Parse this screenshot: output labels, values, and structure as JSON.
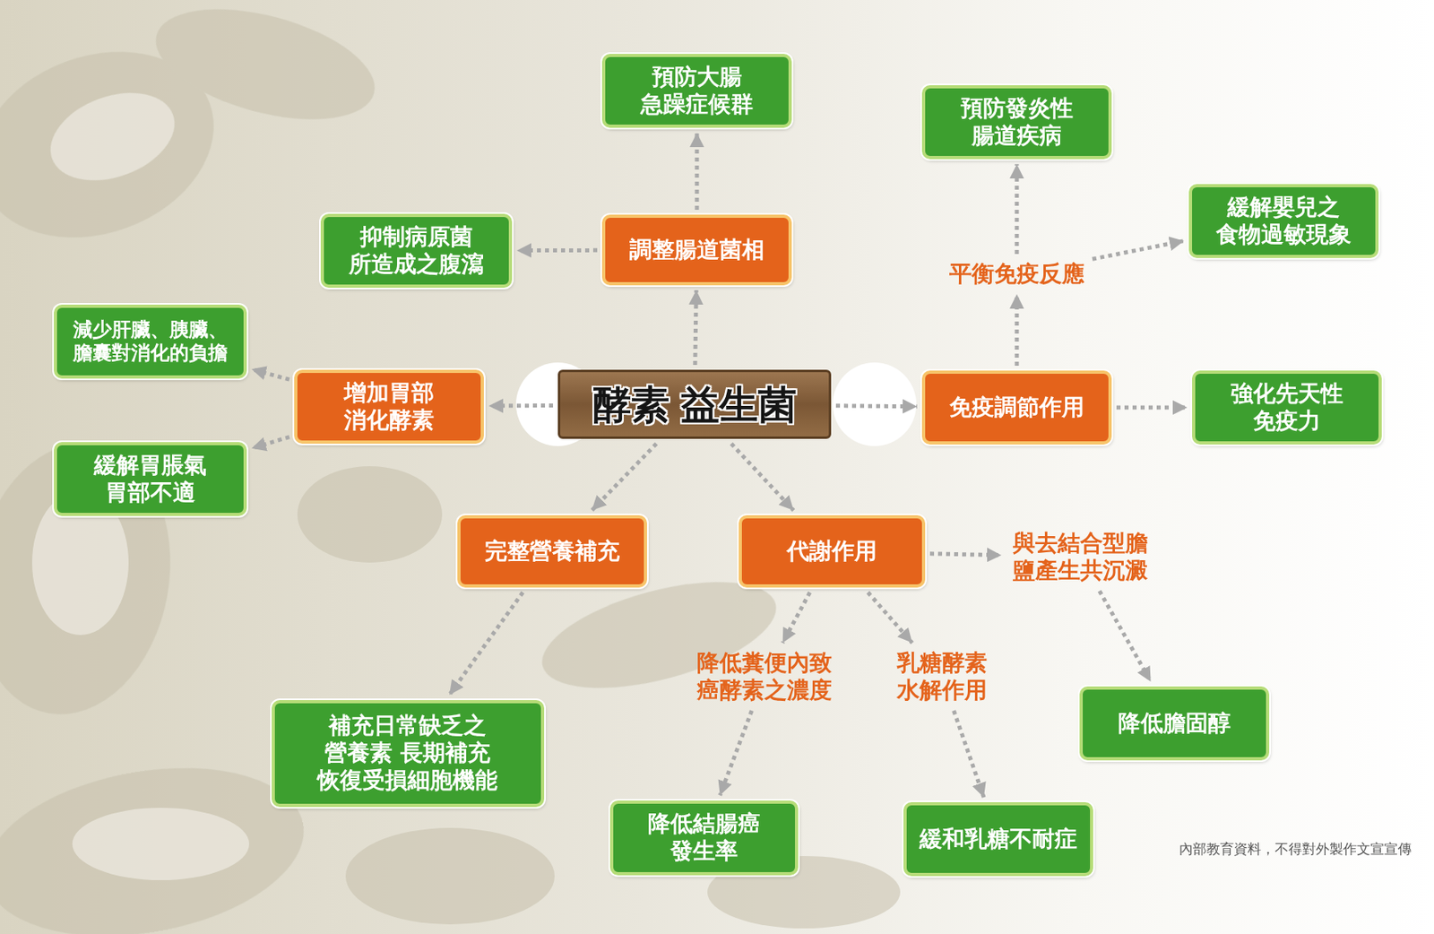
{
  "diagram": {
    "nodes": [
      {
        "text": [
          "預防大腸 急躁症候群"
        ]
      },
      {
        "text": [
          "預防發炎性 腸道疾病"
        ]
      },
      {
        "text": [
          "緩解嬰兒之 食物過敏現象"
        ]
      },
      {
        "text": [
          "抑制病原菌 所造成之腹瀉"
        ]
      },
      {
        "text": [
          "調整腸道菌相"
        ]
      },
      {
        "text": [
          "平衡免疫反應"
        ]
      },
      {
        "text": [
          "減少肝臟、胰臟、 膽囊對消化的負擔"
        ]
      },
      {
        "text": [
          "增加胃部 消化酵素"
        ]
      },
      {
        "text": [
          "酵素",
          "益生菌"
        ]
      },
      {
        "text": [
          "免疫調節作用"
        ]
      },
      {
        "text": [
          "強化先天性 免疫力"
        ]
      },
      {
        "text": [
          "緩解胃脹氣 胃部不適"
        ]
      },
      {
        "text": [
          "完整營養補充"
        ]
      },
      {
        "text": [
          "代謝作用"
        ]
      },
      {
        "text": [
          "與去結合型膽 鹽產生共沉澱"
        ]
      },
      {
        "text": [
          "降低糞便內致 癌酵素之濃度"
        ]
      },
      {
        "text": [
          "乳糖酵素 水解作用"
        ]
      },
      {
        "text": [
          "降低膽固醇"
        ]
      },
      {
        "text": [
          "補充日常缺乏之 營養素 長期補充 恢復受損細胞機能"
        ]
      },
      {
        "text": [
          "降低結腸癌 發生率"
        ]
      },
      {
        "text": [
          "緩和乳糖不耐症"
        ]
      }
    ],
    "edges": [
      {
        "from": 8,
        "to": 4,
        "arrow": "to"
      },
      {
        "from": 4,
        "to": 0,
        "arrow": "to"
      },
      {
        "from": 4,
        "to": 3,
        "arrow": "to"
      },
      {
        "from": 8,
        "to": 7,
        "arrow": "to"
      },
      {
        "from": 7,
        "to": 6,
        "arrow": "to"
      },
      {
        "from": 7,
        "to": 11,
        "arrow": "to"
      },
      {
        "from": 8,
        "to": 9,
        "arrow": "to"
      },
      {
        "from": 9,
        "to": 10,
        "arrow": "to"
      },
      {
        "from": 9,
        "to": 5,
        "arrow": "to"
      },
      {
        "from": 5,
        "to": 1,
        "arrow": "to"
      },
      {
        "from": 5,
        "to": 2,
        "arrow": "to"
      },
      {
        "from": 8,
        "to": 12,
        "arrow": "to"
      },
      {
        "from": 12,
        "to": 18,
        "arrow": "to"
      },
      {
        "from": 8,
        "to": 13,
        "arrow": "to"
      },
      {
        "from": 13,
        "to": 14,
        "arrow": "to"
      },
      {
        "from": 14,
        "to": 17,
        "arrow": "to"
      },
      {
        "from": 13,
        "to": 15,
        "arrow": "to"
      },
      {
        "from": 15,
        "to": 19,
        "arrow": "to"
      },
      {
        "from": 13,
        "to": 16,
        "arrow": "to"
      },
      {
        "from": 16,
        "to": 20,
        "arrow": "to"
      }
    ],
    "labels": [
      "內部教育資料，不得對外製作文宣宣傳"
    ]
  }
}
